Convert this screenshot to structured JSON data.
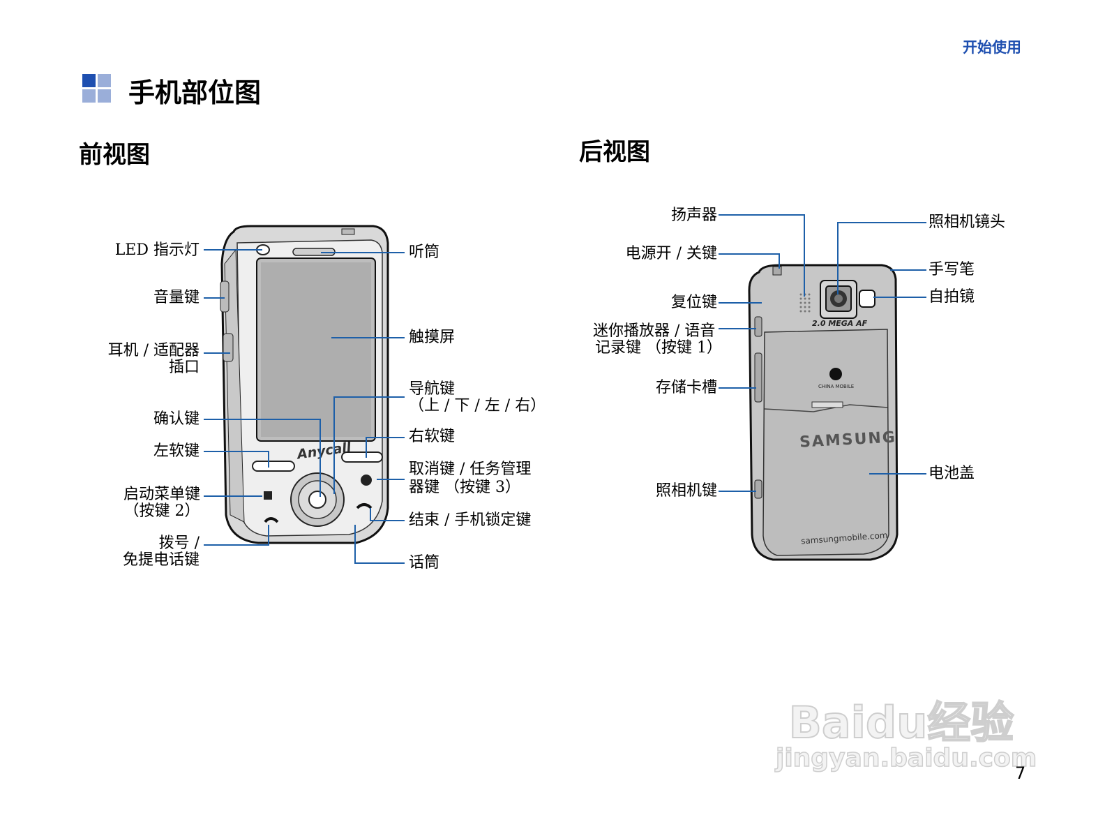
{
  "header": {
    "section_tag": "开始使用"
  },
  "title": {
    "text": "手机部位图",
    "icon_colors": [
      "#1e4fb0",
      "#9aaed9",
      "#9aaed9",
      "#9aaed9"
    ]
  },
  "front": {
    "heading": "前视图",
    "labels": {
      "led": "LED 指示灯",
      "volume": "音量键",
      "headset_1": "耳机 / 适配器",
      "headset_2": "插口",
      "confirm": "确认键",
      "left_soft": "左软键",
      "start_1": "启动菜单键",
      "start_2": "（按键 2）",
      "dial_1": "拨号 /",
      "dial_2": "免提电话键",
      "earpiece": "听筒",
      "touchscreen": "触摸屏",
      "nav_1": "导航键",
      "nav_2": "（上 / 下 / 左 / 右）",
      "right_soft": "右软键",
      "cancel_1": "取消键 / 任务管理",
      "cancel_2": "器键 （按键 3）",
      "end": "结束 / 手机锁定键",
      "mic": "话筒"
    },
    "device_logo": "Anycall"
  },
  "back": {
    "heading": "后视图",
    "labels": {
      "speaker": "扬声器",
      "power": "电源开 / 关键",
      "reset": "复位键",
      "mini_1": "迷你播放器 / 语音",
      "mini_2": "记录键 （按键 1）",
      "card": "存储卡槽",
      "camera_key": "照相机键",
      "lens": "照相机镜头",
      "stylus": "手写笔",
      "mirror": "自拍镜",
      "battery": "电池盖"
    },
    "device_text": {
      "camera_badge": "2.0 MEGA AF",
      "carrier": "CHINA MOBILE",
      "brand": "SAMSUNG",
      "website": "samsungmobile.com"
    }
  },
  "watermark": {
    "line1": "Baidu经验",
    "line2": "jingyan.baidu.com"
  },
  "page_number": "7",
  "colors": {
    "accent": "#1e4fb0",
    "leader_line": "#1d5fa8"
  }
}
